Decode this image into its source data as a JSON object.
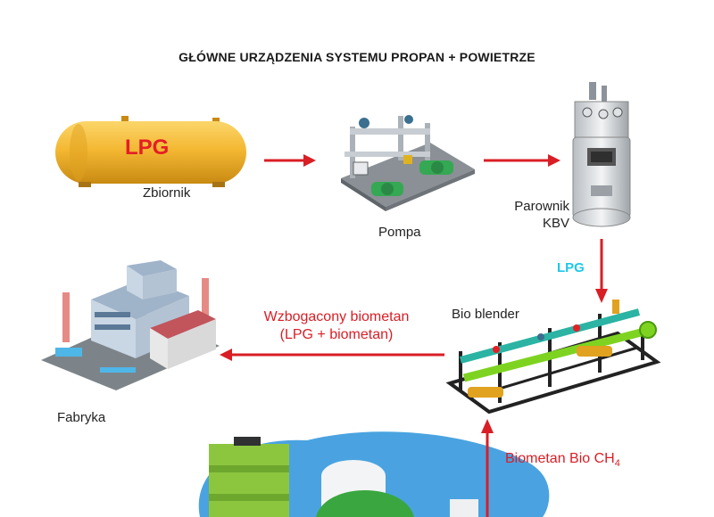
{
  "title": "GŁÓWNE URZĄDZENIA SYSTEMU PROPAN + POWIETRZE",
  "tank": {
    "marking": "LPG",
    "label": "Zbiornik"
  },
  "pump": {
    "label": "Pompa"
  },
  "vaporizer": {
    "label_line1": "Parownik",
    "label_line2": "KBV"
  },
  "lpg_flow_label": "LPG",
  "blender": {
    "label": "Bio blender"
  },
  "output_flow": {
    "line1": "Wzbogacony biometan",
    "line2": "(LPG + biometan)"
  },
  "factory": {
    "label": "Fabryka"
  },
  "input_flow": {
    "text": "Biometan Bio CH",
    "subscript": "4"
  },
  "colors": {
    "arrow": "#d91e26",
    "lpg_text": "#1ec8e8",
    "tank": "#f4b833",
    "pipe_green": "#7ed321",
    "pipe_teal": "#2bb3a3",
    "biogas_bg": "#4aa3e0"
  },
  "icons": [
    "tank-image",
    "pump-skid-image",
    "vaporizer-image",
    "bio-blender-image",
    "factory-image",
    "biogas-plant-image"
  ]
}
